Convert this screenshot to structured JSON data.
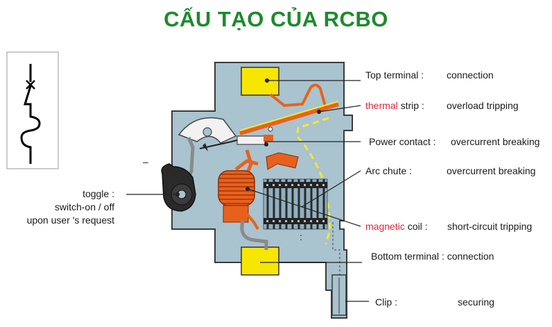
{
  "title": "CẤU TẠO CỦA RCBO",
  "colors": {
    "title": "#1d8a2e",
    "body": "#a9c3cf",
    "terminal": "#f7e600",
    "copper": "#e8611c",
    "highlight": "#e2233a",
    "dashed_path": "#f4ea2a"
  },
  "labels": {
    "top_terminal": {
      "part": "Top terminal :",
      "function": "connection"
    },
    "thermal_strip": {
      "part_highlight": "thermal",
      "part_rest": " strip :",
      "function": "overload tripping"
    },
    "power_contact": {
      "part": "Power contact :",
      "function": "overcurrent breaking"
    },
    "arc_chute": {
      "part": "Arc chute :",
      "function": "overcurrent breaking"
    },
    "magnetic_coil": {
      "part_highlight": "magnetic",
      "part_rest": " coil :",
      "function": "short-circuit tripping"
    },
    "bottom_terminal": {
      "part": "Bottom terminal : connection"
    },
    "clip": {
      "part": "Clip :",
      "function": "securing"
    },
    "toggle": {
      "line1": "toggle :",
      "line2": "switch-on / off",
      "line3": "upon user 's request"
    },
    "dash_mark": "–",
    "dots_mark": ":"
  },
  "icons": [
    "circuit-breaker-symbol-icon"
  ]
}
